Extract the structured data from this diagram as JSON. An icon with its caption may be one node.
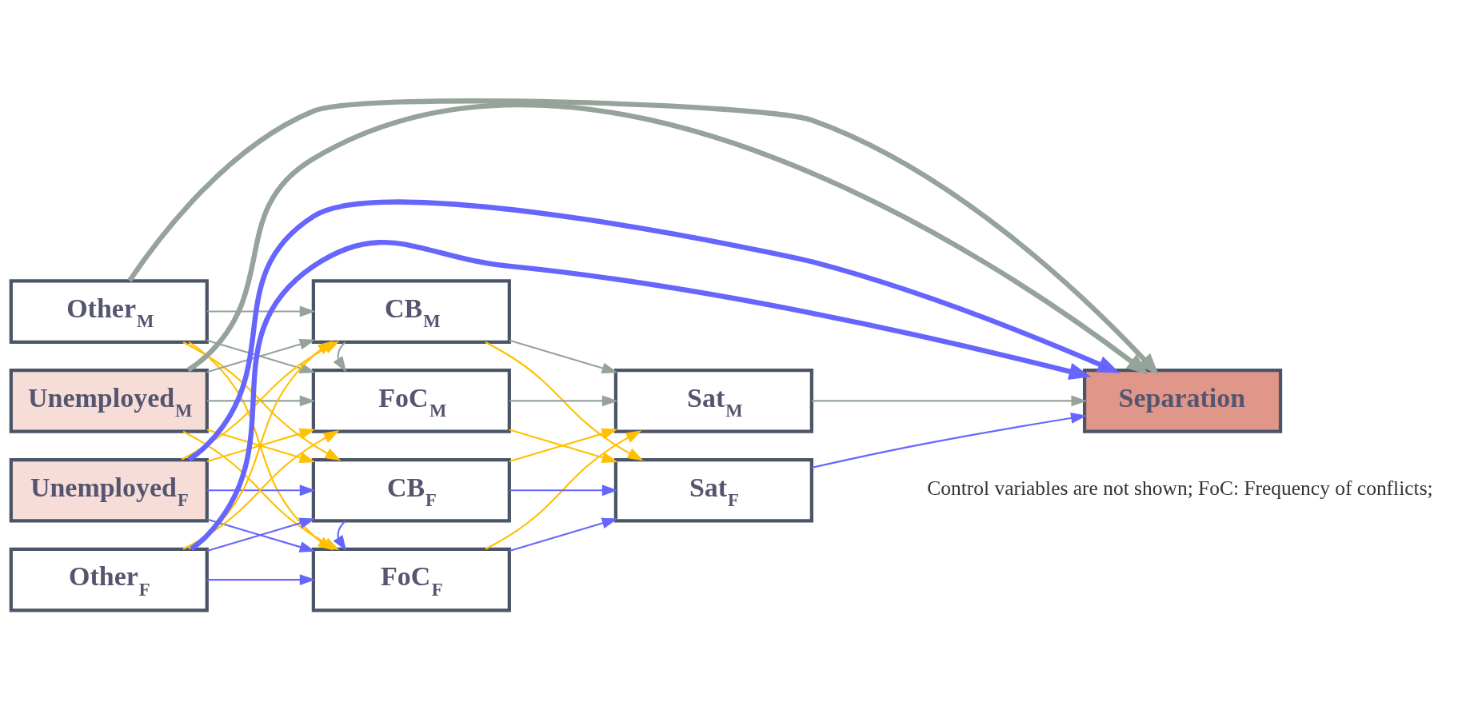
{
  "diagram": {
    "nodes": [
      {
        "text": [
          "Other$_{M}$"
        ]
      },
      {
        "text": [
          "Unemployed$_{M}$"
        ]
      },
      {
        "text": [
          "Unemployed$_{F}$"
        ]
      },
      {
        "text": [
          "Other$_{F}$"
        ]
      },
      {
        "text": [
          "CB$_{M}$"
        ]
      },
      {
        "text": [
          "FoC$_{M}$"
        ]
      },
      {
        "text": [
          "FoC$_{F}$"
        ]
      },
      {
        "text": [
          "CB$_{F}$"
        ]
      },
      {
        "text": [
          "Sat$_{M}$"
        ]
      },
      {
        "text": [
          "Sat$_{F}$"
        ]
      },
      {
        "text": [
          "Separation"
        ]
      }
    ],
    "edges": [
      {
        "from": 0,
        "to": 4,
        "arrow": "to",
        "color": "#95a39b"
      },
      {
        "from": 0,
        "to": 5,
        "arrow": "to",
        "color": "#95a39b"
      },
      {
        "from": 0,
        "to": 6,
        "arrow": "to",
        "color": "#ffc000"
      },
      {
        "from": 0,
        "to": 7,
        "arrow": "to",
        "color": "#ffc000"
      },
      {
        "from": 1,
        "to": 4,
        "arrow": "to",
        "color": "#95a39b"
      },
      {
        "from": 1,
        "to": 5,
        "arrow": "to",
        "color": "#95a39b"
      },
      {
        "from": 1,
        "to": 6,
        "arrow": "to",
        "color": "#ffc000"
      },
      {
        "from": 1,
        "to": 7,
        "arrow": "to",
        "color": "#ffc000"
      },
      {
        "from": 2,
        "to": 4,
        "arrow": "to",
        "color": "#ffc000"
      },
      {
        "from": 2,
        "to": 5,
        "arrow": "to",
        "color": "#ffc000"
      },
      {
        "from": 2,
        "to": 6,
        "arrow": "to",
        "color": "#6666ff"
      },
      {
        "from": 2,
        "to": 7,
        "arrow": "to",
        "color": "#6666ff"
      },
      {
        "from": 3,
        "to": 4,
        "arrow": "to",
        "color": "#ffc000"
      },
      {
        "from": 3,
        "to": 5,
        "arrow": "to",
        "color": "#ffc000"
      },
      {
        "from": 3,
        "to": 6,
        "arrow": "to",
        "color": "#6666ff"
      },
      {
        "from": 3,
        "to": 7,
        "arrow": "to",
        "color": "#6666ff"
      },
      {
        "from": 4,
        "to": 5,
        "arrow": "to",
        "color": "#95a39b"
      },
      {
        "from": 7,
        "to": 6,
        "arrow": "to",
        "color": "#6666ff"
      },
      {
        "from": 4,
        "to": 8,
        "arrow": "to",
        "color": "#95a39b"
      },
      {
        "from": 4,
        "to": 9,
        "arrow": "to",
        "color": "#ffc000"
      },
      {
        "from": 5,
        "to": 8,
        "arrow": "to",
        "color": "#95a39b"
      },
      {
        "from": 5,
        "to": 9,
        "arrow": "to",
        "color": "#ffc000"
      },
      {
        "from": 6,
        "to": 8,
        "arrow": "to",
        "color": "#ffc000"
      },
      {
        "from": 6,
        "to": 9,
        "arrow": "to",
        "color": "#6666ff"
      },
      {
        "from": 7,
        "to": 8,
        "arrow": "to",
        "color": "#ffc000"
      },
      {
        "from": 7,
        "to": 9,
        "arrow": "to",
        "color": "#6666ff"
      },
      {
        "from": 8,
        "to": 10,
        "arrow": "to",
        "color": "#95a39b"
      },
      {
        "from": 9,
        "to": 10,
        "arrow": "to",
        "color": "#6666ff"
      },
      {
        "from": 0,
        "to": 10,
        "arrow": "to",
        "style": "thick",
        "color": "#95a39b"
      },
      {
        "from": 1,
        "to": 10,
        "arrow": "to",
        "style": "thick",
        "color": "#95a39b"
      },
      {
        "from": 2,
        "to": 10,
        "arrow": "to",
        "style": "thick",
        "color": "#6666ff"
      },
      {
        "from": 3,
        "to": 10,
        "arrow": "to",
        "style": "thick",
        "color": "#6666ff"
      }
    ],
    "labels": [
      "Control variables are not shown; FoC: Frequency of conflicts;"
    ]
  }
}
